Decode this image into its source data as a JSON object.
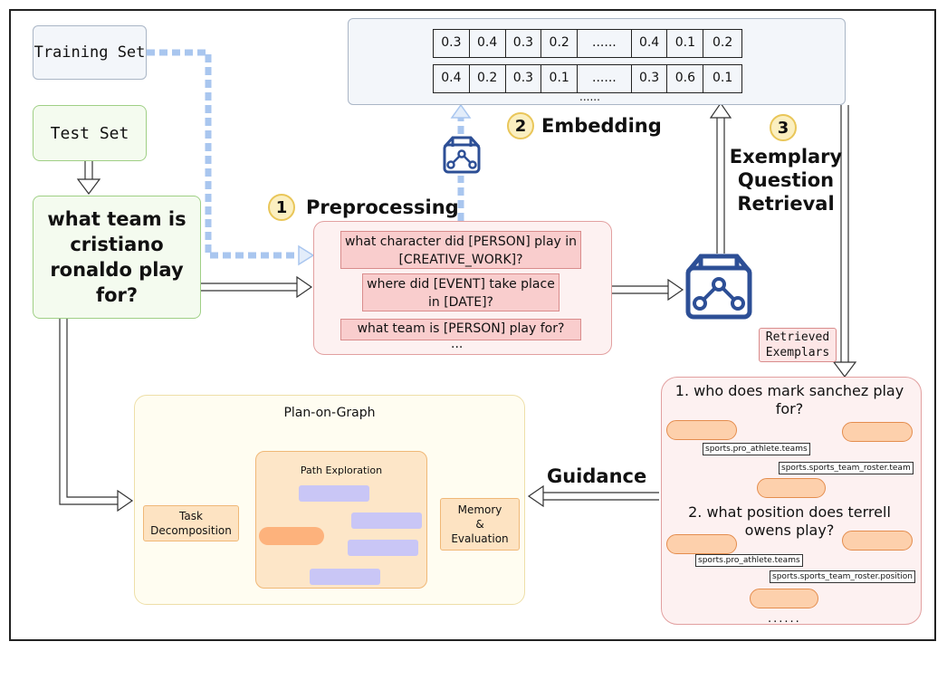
{
  "training_set": "Training Set",
  "test_set": "Test Set",
  "question": "what team is cristiano ronaldo play for?",
  "preprocessing": {
    "num": "1",
    "label": "Preprocessing",
    "templates": [
      "what character did [PERSON] play in [CREATIVE_WORK]?",
      "where did [EVENT] take place in [DATE]?",
      "what team is [PERSON] play for?"
    ],
    "ellipsis": "..."
  },
  "embedding": {
    "num": "2",
    "label": "Embedding",
    "rows": [
      [
        "0.3",
        "0.4",
        "0.3",
        "0.2",
        "......",
        "0.4",
        "0.1",
        "0.2"
      ],
      [
        "0.4",
        "0.2",
        "0.3",
        "0.1",
        "......",
        "0.3",
        "0.6",
        "0.1"
      ]
    ],
    "ellipsis": "......"
  },
  "retrieval": {
    "num": "3",
    "label_lines": [
      "Exemplary",
      "Question",
      "Retrieval"
    ],
    "retrieved_label_lines": [
      "Retrieved",
      "Exemplars"
    ]
  },
  "exemplars": [
    {
      "question": "1. who does mark sanchez play for?",
      "relations": [
        "sports.pro_athlete.teams",
        "sports.sports_team_roster.team"
      ]
    },
    {
      "question": "2. what position does terrell owens play?",
      "relations": [
        "sports.pro_athlete.teams",
        "sports.sports_team_roster.position"
      ]
    }
  ],
  "exemplar_ellipsis": "......",
  "guidance": "Guidance",
  "plan_on_graph": {
    "title": "Plan-on-Graph",
    "task_decomposition": "Task Decomposition",
    "path_exploration": "Path Exploration",
    "memory_evaluation": [
      "Memory",
      "&",
      "Evaluation"
    ]
  },
  "colors": {
    "blue_dashed": "#a9c6ef",
    "icon_blue": "#2d4f96",
    "step_circle": "#fbefc0"
  },
  "icons": [
    "embedding-model-icon-small",
    "embedding-model-icon-large"
  ]
}
